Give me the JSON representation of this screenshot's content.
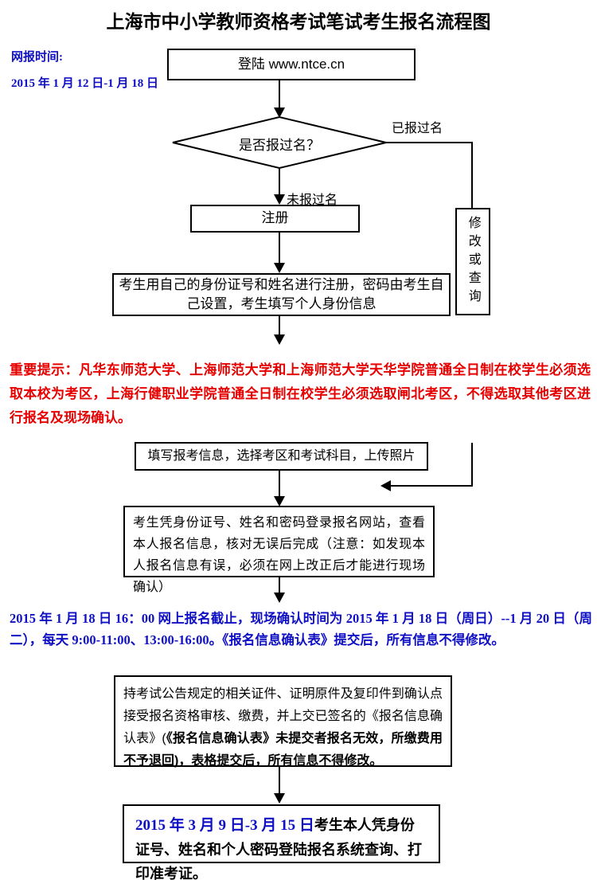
{
  "page": {
    "title": "上海市中小学教师资格考试笔试考生报名流程图"
  },
  "net_time": {
    "label": "网报时间:",
    "dates": "2015 年 1 月 12 日-1 月 18 日"
  },
  "flow": {
    "login_box": "登陆 www.ntce.cn",
    "decision": "是否报过名？",
    "branch_yes": "已报过名",
    "branch_no": "未报过名",
    "register_box": "注册",
    "register_detail_box": "考生用自己的身份证号和姓名进行注册，密码由考生自己设置，考生填写个人身份信息",
    "modify_query_box": "修改或查询",
    "fill_info_box": "填写报考信息，选择考区和考试科目，上传照片",
    "verify_box": "考生凭身份证号、姓名和密码登录报名网站，查看本人报名信息，核对无误后完成（注意：如发现本人报名信息有误，必须在网上改正后才能进行现场确认）",
    "confirm_box": {
      "normal_part": "持考试公告规定的相关证件、证明原件及复印件到确认点接受报名资格审核、缴费，并上交已签名的《报名信息确认表》(",
      "bold_part": "《报名信息确认表》未提交者报名无效，所缴费用不予退回)，表格提交后，所有信息不得修改。"
    },
    "print_box": {
      "date_part": "2015 年 3 月 9 日-3 月 15 日",
      "text_part": "考生本人凭身份证号、姓名和个人密码登陆报名系统查询、打印准考证。"
    }
  },
  "notes": {
    "important": "重要提示：凡华东师范大学、上海师范大学和上海师范大学天华学院普通全日制在校学生必须选取本校为考区，上海行健职业学院普通全日制在校学生必须选取闸北考区，不得选取其他考区进行报名及现场确认。",
    "deadline": "2015 年 1 月 18 日 16：00 网上报名截止，现场确认时间为 2015 年 1 月 18 日（周日）--1 月 20 日（周二），每天 9:00-11:00、13:00-16:00。《报名信息确认表》提交后，所有信息不得修改。"
  },
  "colors": {
    "blue_text": "#0f0fc4",
    "red_text": "#e60000",
    "line": "#000000",
    "box_background": "#ffffff"
  }
}
